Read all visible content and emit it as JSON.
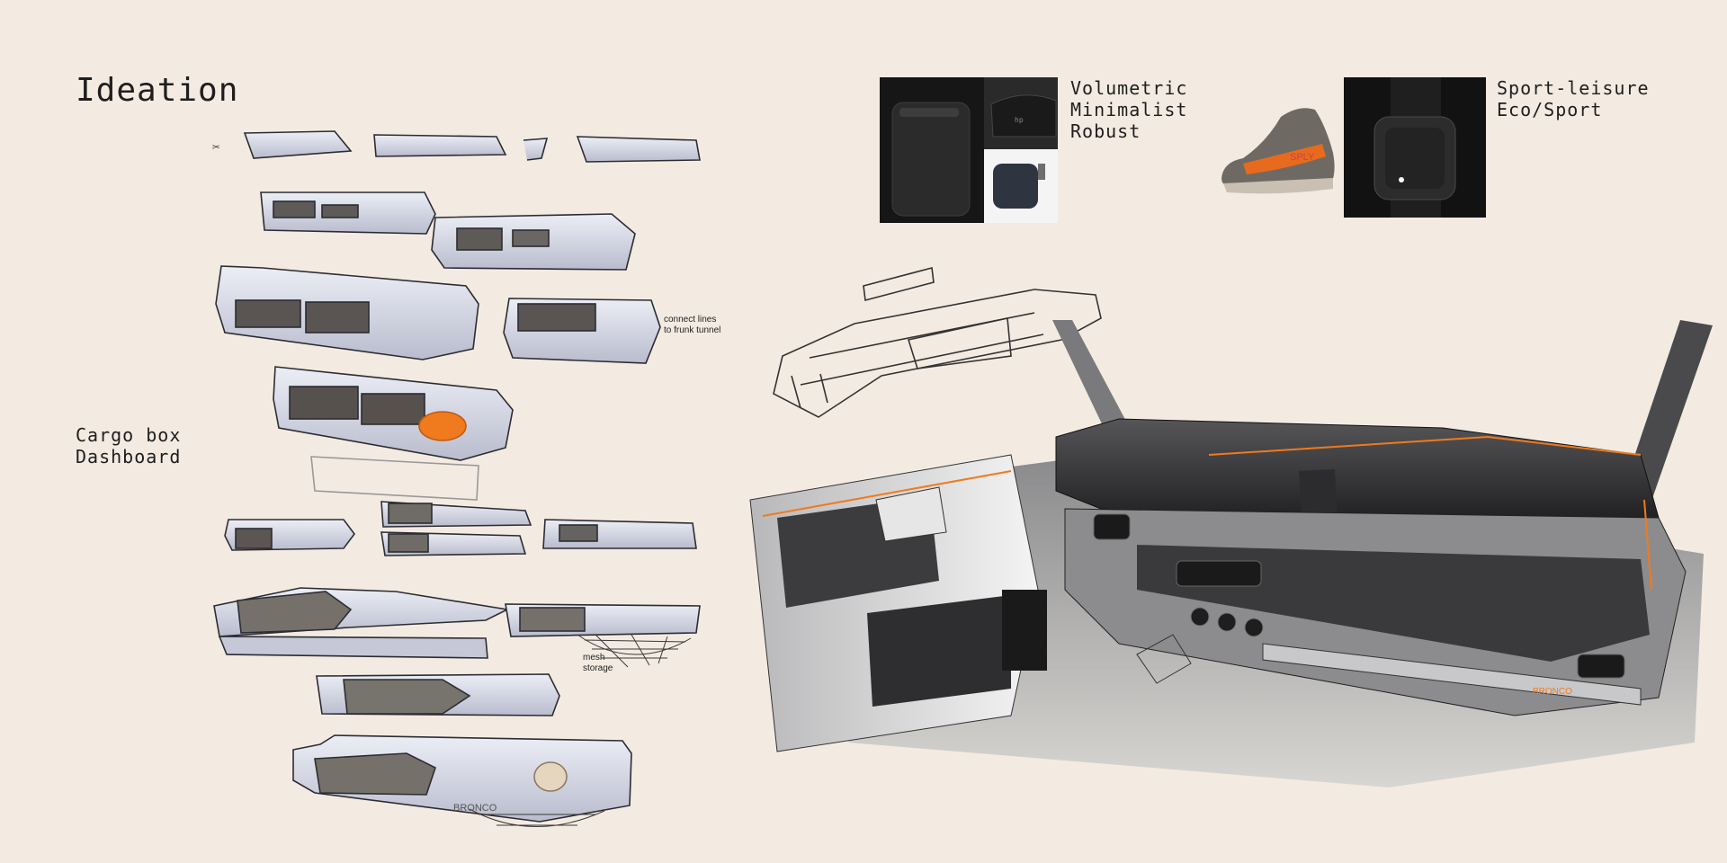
{
  "page": {
    "title": "Ideation",
    "section_label": [
      "Cargo box",
      "Dashboard"
    ]
  },
  "mood_boards": [
    {
      "keywords": [
        "Volumetric",
        "Minimalist",
        "Robust"
      ]
    },
    {
      "keywords": [
        "Sport-leisure",
        "Eco/Sport"
      ]
    }
  ],
  "annotations": {
    "connect_lines": [
      "connect lines",
      "to frunk tunnel"
    ],
    "mesh_storage": [
      "mesh",
      "storage"
    ]
  },
  "brand_marks": {
    "shoe_print": "SPLY",
    "sketch_logo": "BRONCO",
    "dash_logo": "BRONCO"
  },
  "colors": {
    "background": "#f3ebe1",
    "accent_orange": "#f07a1e",
    "sketch_fill": "#dcdde8",
    "dark_panel": "#3a3a3c"
  },
  "icons": [
    "scissors-icon",
    "hp-logo-icon"
  ]
}
